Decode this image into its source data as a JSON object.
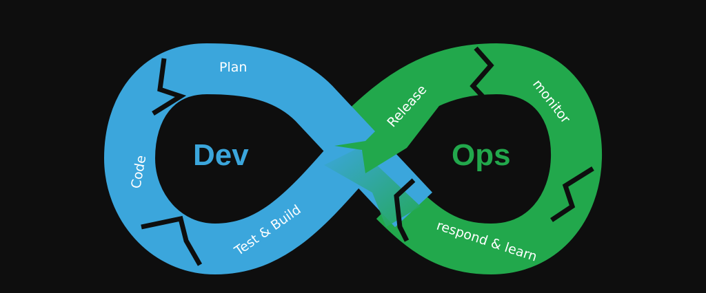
{
  "colors": {
    "background": "#0e0e0e",
    "dev": "#3ba6dc",
    "ops": "#22a84c",
    "text": "#ffffff"
  },
  "dev": {
    "title": "Dev",
    "stages": [
      "Plan",
      "Code",
      "Test & Build"
    ]
  },
  "ops": {
    "title": "Ops",
    "stages": [
      "Release",
      "monitor",
      "respond & learn"
    ]
  }
}
